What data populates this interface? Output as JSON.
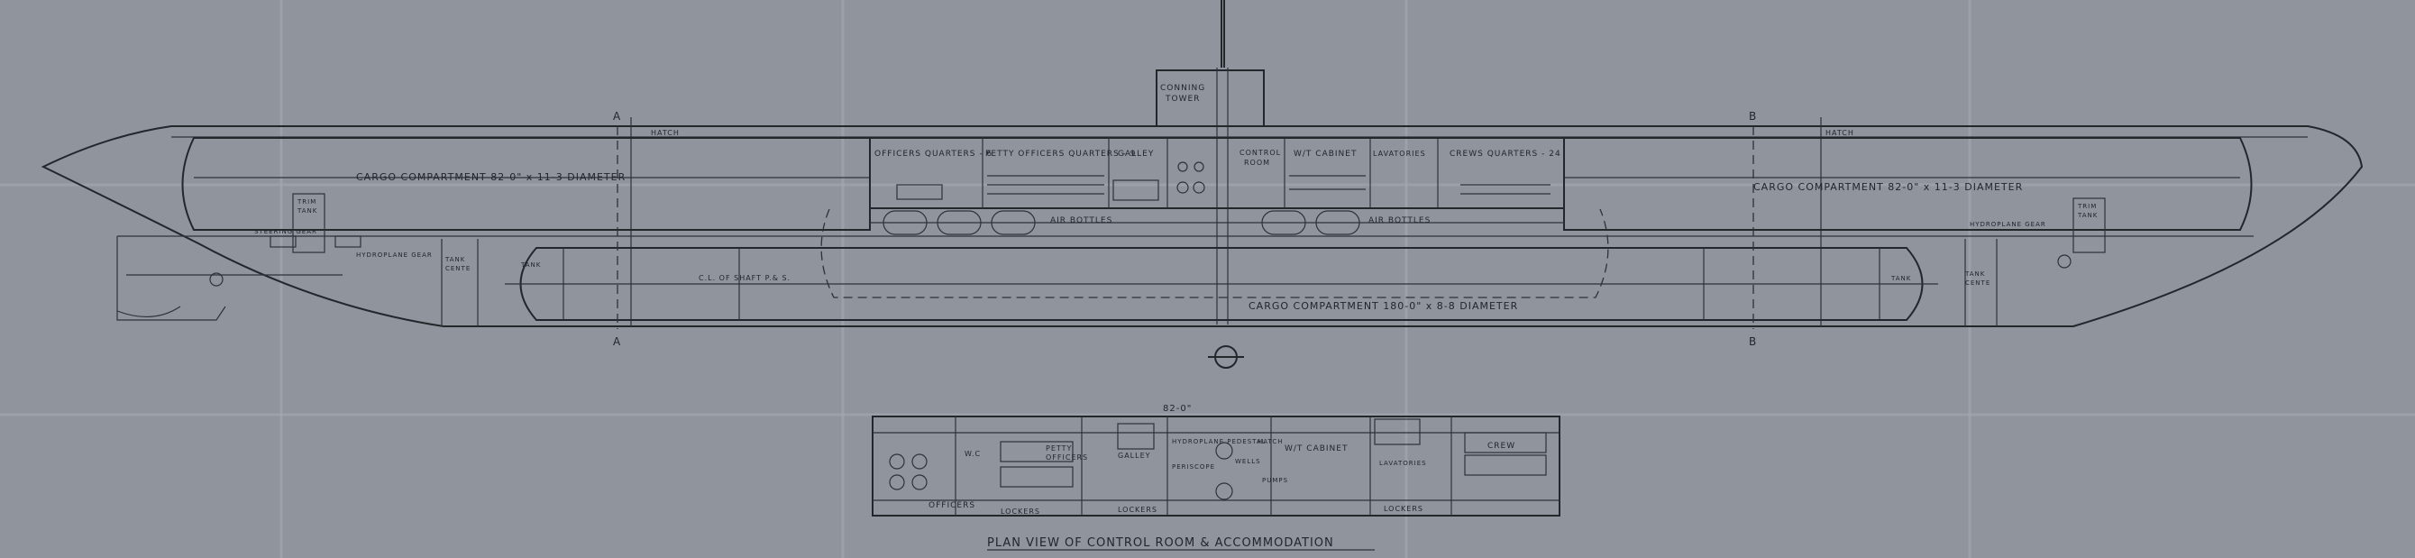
{
  "labels": {
    "conning_tower": [
      "CONNING",
      "TOWER"
    ],
    "section_a": "A",
    "section_b": "B",
    "hatch": "HATCH",
    "cargo_fore": "CARGO COMPARTMENT 82-0\" x 11-3 DIAMETER",
    "cargo_aft": "CARGO COMPARTMENT 82-0\" x 11-3 DIAMETER",
    "cargo_lower": "CARGO COMPARTMENT 180-0\" x 8-8 DIAMETER",
    "officers_quarters": "OFFICERS QUARTERS - 6",
    "petty_officers_quarters": "PETTY OFFICERS QUARTERS - 9",
    "galley": "GALLEY",
    "control_room": [
      "CONTROL",
      "ROOM"
    ],
    "wt_cabinet": "W/T CABINET",
    "lavatories": "LAVATORIES",
    "crews_quarters": "CREWS QUARTERS - 24",
    "air_bottles_left": "AIR BOTTLES",
    "air_bottles_right": "AIR BOTTLES",
    "trim_tank_left": [
      "TRIM",
      "TANK"
    ],
    "trim_tank_right": [
      "TRIM",
      "TANK"
    ],
    "steering_gear": "STEERING GEAR",
    "hydroplane_gear_left": "HYDROPLANE GEAR",
    "hydroplane_gear_right": "HYDROPLANE GEAR",
    "tank_cente_left": [
      "TANK",
      "CENTE"
    ],
    "tank_cente_right": [
      "TANK",
      "CENTE"
    ],
    "tank_left": "TANK",
    "tank_right": "TANK",
    "shaft": "C.L. OF SHAFT P.& S.",
    "plan_dimension": "82-0\"",
    "plan_wc": "W.C",
    "plan_petty_officers": [
      "PETTY",
      "OFFICERS"
    ],
    "plan_galley": "GALLEY",
    "plan_hydroplane_pedestal": "HYDROPLANE PEDESTAL",
    "plan_hatch": "HATCH",
    "plan_periscope": "PERISCOPE",
    "plan_wells": "WELLS",
    "plan_wt_cabinet": "W/T CABINET",
    "plan_lavatories": "LAVATORIES",
    "plan_crew": "CREW",
    "plan_officers": "OFFICERS",
    "plan_lockers_1": "LOCKERS",
    "plan_lockers_2": "LOCKERS",
    "plan_lockers_3": "LOCKERS",
    "plan_pumps": "PUMPS",
    "plan_title": "PLAN VIEW OF CONTROL ROOM & ACCOMMODATION"
  },
  "colors": {
    "paper": "#8f949d",
    "ink": "#23262b"
  }
}
